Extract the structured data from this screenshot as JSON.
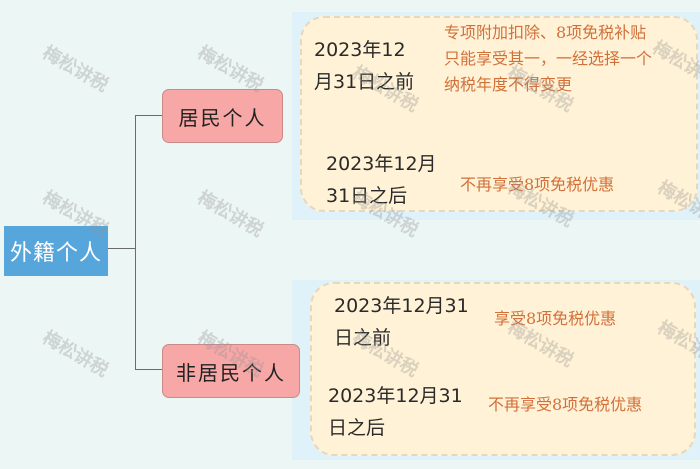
{
  "mindmap": {
    "root": {
      "label": "外籍个人",
      "color": "#56a6dc"
    },
    "branches": [
      {
        "label": "居民个人",
        "color": "#f7a7a6",
        "items": [
          {
            "date_line1": "2023年12",
            "date_line2": "月31日之前",
            "note_lines": [
              "专项附加扣除、8项免税补贴",
              "只能享受其一，一经选择一个",
              "纳税年度不得变更"
            ]
          },
          {
            "date_line1": "2023年12月",
            "date_line2": "31日之后",
            "note_lines": [
              "不再享受8项免税优惠"
            ]
          }
        ]
      },
      {
        "label": "非居民个人",
        "color": "#f7a7a6",
        "items": [
          {
            "date_line1": "2023年12月31",
            "date_line2": "日之前",
            "note_lines": [
              "享受8项免税优惠"
            ]
          },
          {
            "date_line1": "2023年12月31",
            "date_line2": "日之后",
            "note_lines": [
              "不再享受8项免税优惠"
            ]
          }
        ]
      }
    ]
  },
  "watermark": {
    "text": "梅松讲税"
  },
  "colors": {
    "background": "#ecf6f4",
    "card": "#fff2d6",
    "note_text": "#d2703a",
    "connector": "#6b6b6b"
  }
}
